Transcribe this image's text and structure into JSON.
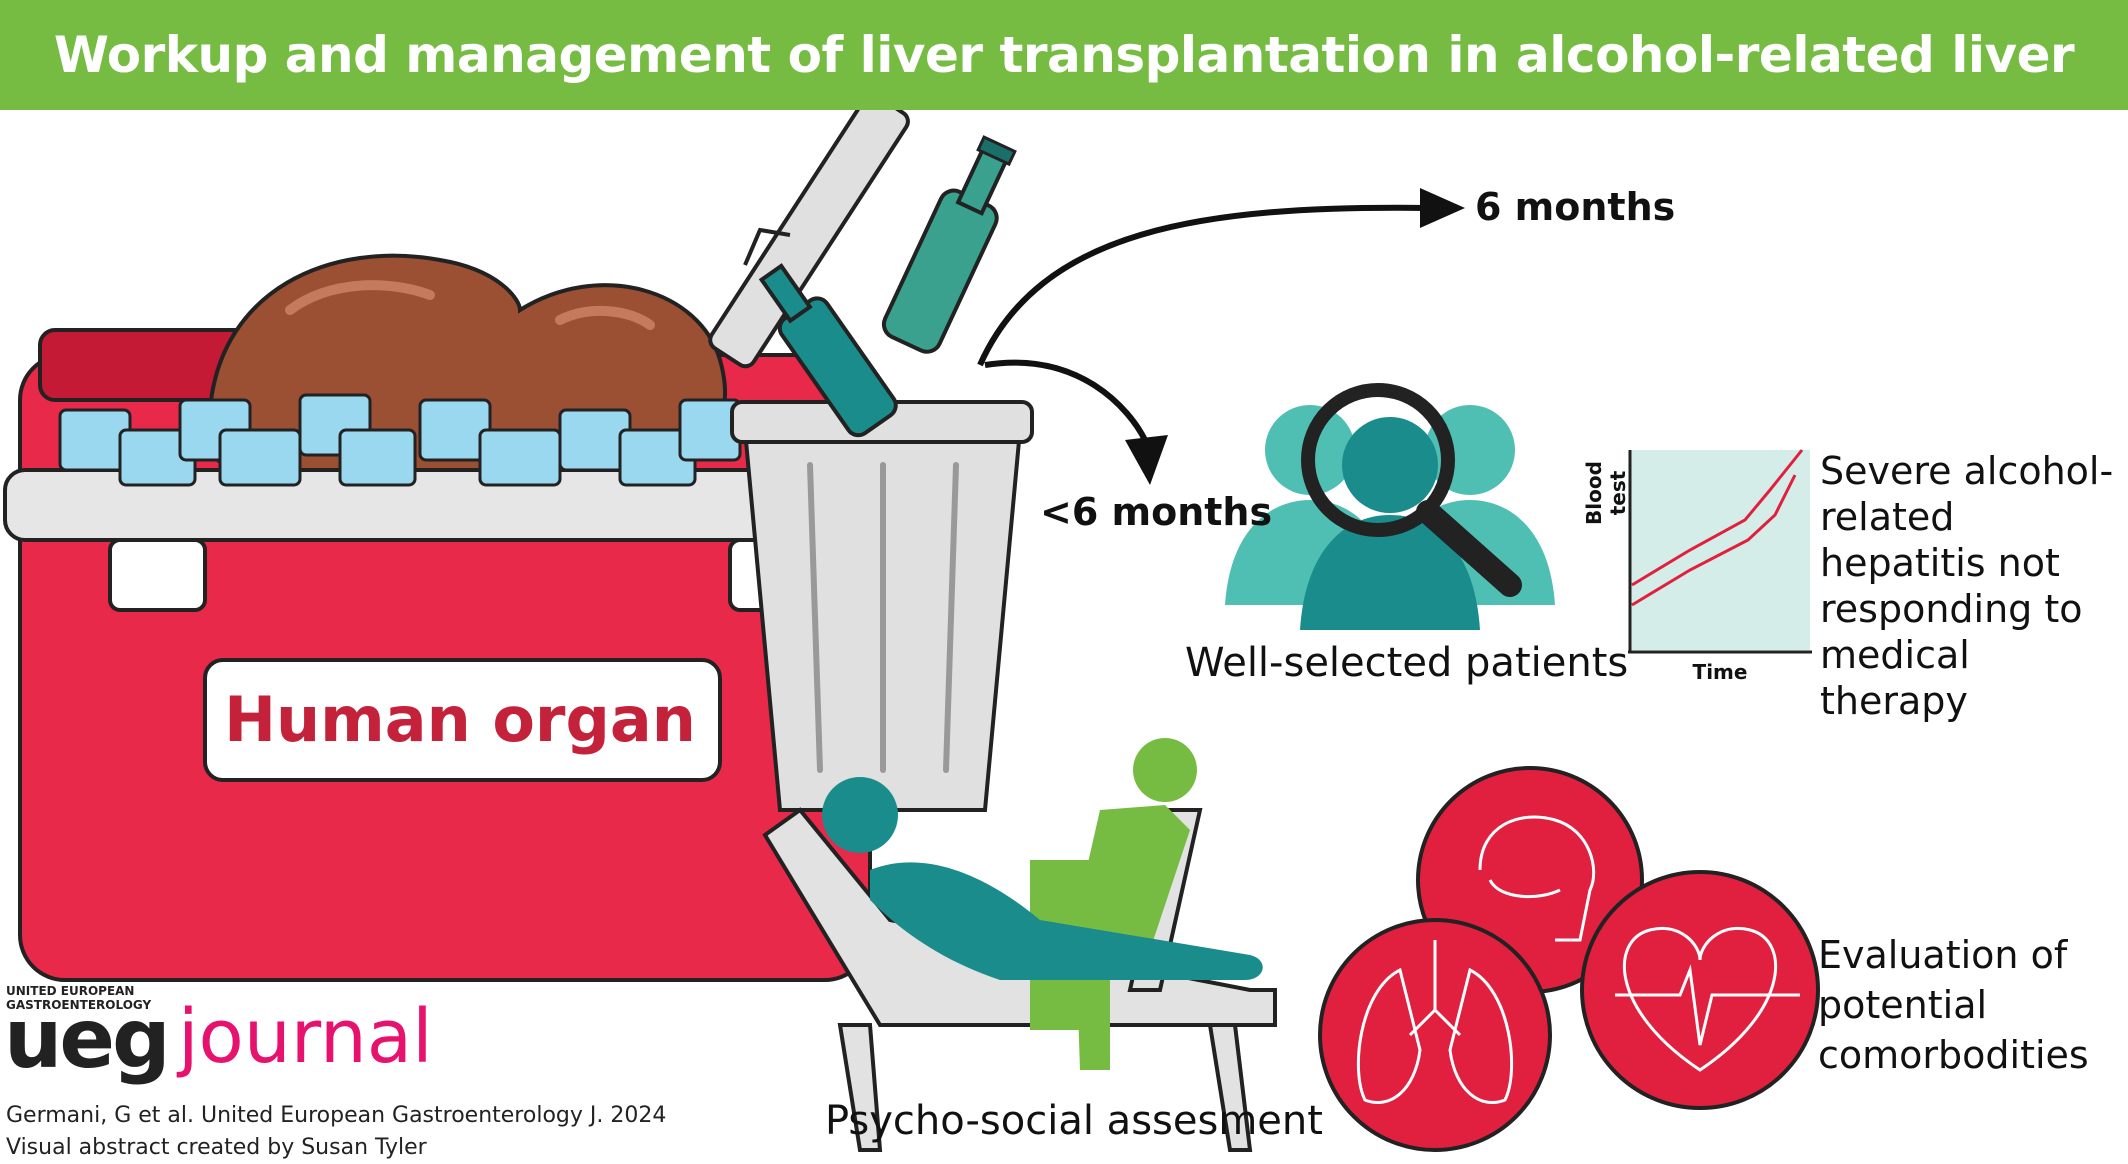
{
  "title": "Workup and management of liver transplantation in alcohol-related liver disease",
  "cooler": {
    "label": "Human organ"
  },
  "arrows": {
    "upper_label": "6 months",
    "lower_label": "<6 months"
  },
  "patients": {
    "label": "Well-selected patients"
  },
  "blood_chart": {
    "ylabel": "Blood test",
    "xlabel": "Time"
  },
  "hepatitis": {
    "text": "Severe alcohol-related hepatitis not responding to medical therapy"
  },
  "psychosocial": {
    "label": "Psycho-social assesment"
  },
  "comorbidities": {
    "text": "Evaluation of potential comorbodities"
  },
  "branding": {
    "small_line1": "UNITED EUROPEAN",
    "small_line2": "GASTROENTEROLOGY",
    "ueg": "ueg",
    "journal": "journal",
    "citation_line1": "Germani, G et al. United European Gastroenterology J. 2024",
    "citation_line2": "Visual abstract created by Susan Tyler"
  },
  "colors": {
    "banner": "#76bc43",
    "cooler_red": "#e8294a",
    "teal": "#1a8c8c",
    "light_teal": "#4fbfb3",
    "green": "#76bc43",
    "circle_red": "#e0203e",
    "journal_pink": "#e6126d"
  },
  "icons": [
    "cooler-icon",
    "liver-icon",
    "ice-cubes-icon",
    "trash-bin-icon",
    "bottle-icon",
    "arrow-icon",
    "people-search-icon",
    "magnifier-icon",
    "line-chart-icon",
    "therapy-chair-icon",
    "brain-icon",
    "lungs-icon",
    "heart-icon"
  ]
}
